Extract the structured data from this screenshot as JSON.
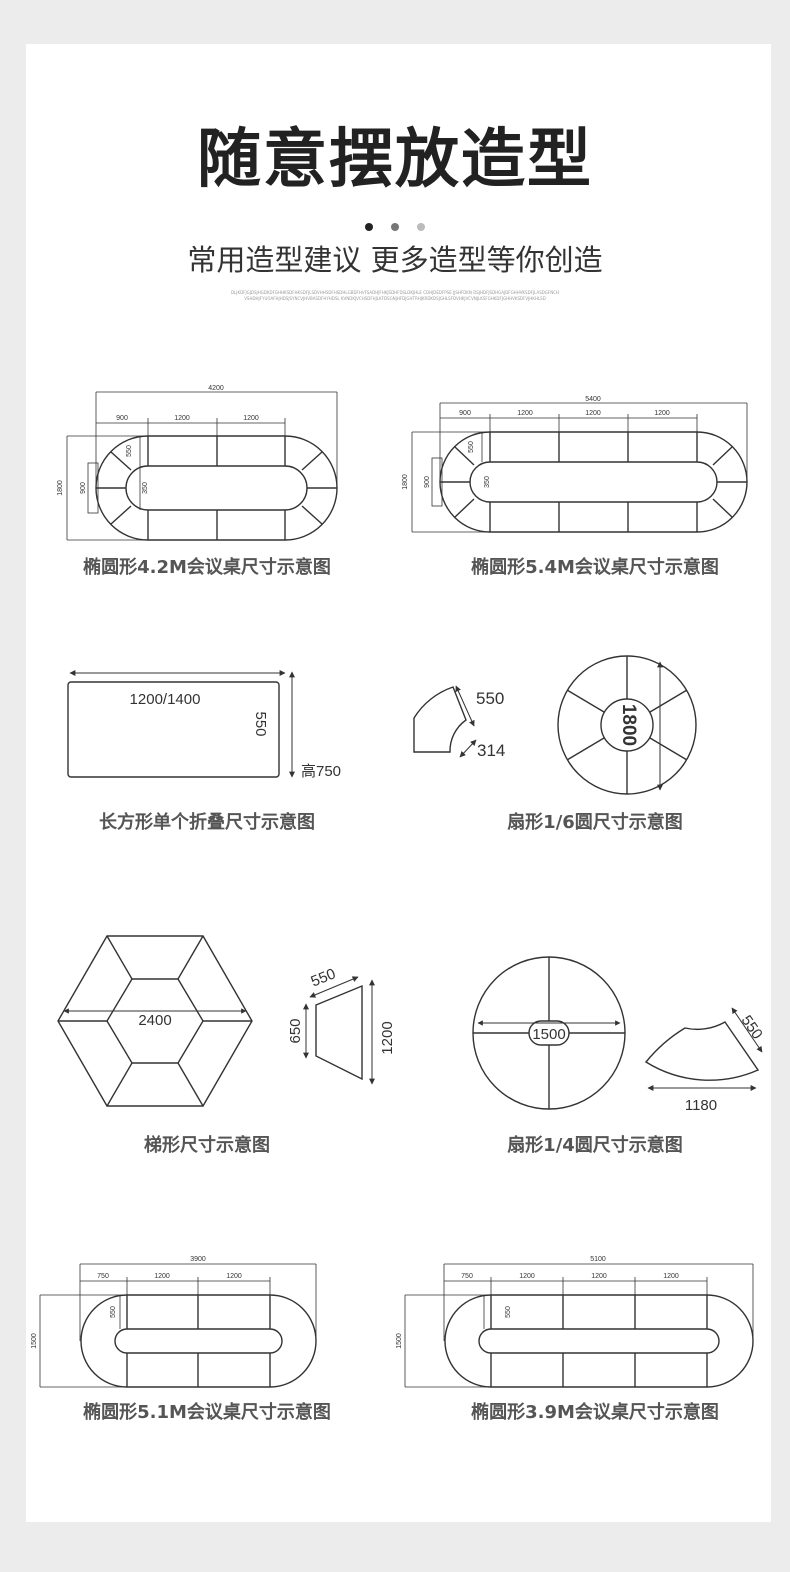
{
  "title": "随意摆放造型",
  "subtitle": "常用造型建议 更多造型等你创造",
  "fine_print": "DLJKDFJGJDSJHGDKDFGHHKSDFHKSDFJLSDVHHSDFHSDHLGBDFHVFSADHJFHKJSDHFDSLDKJHLE CDHJDEDFPSE JJSHFDKN DSJHDFJSDHGAJDFGHHVKSDFJLASDGFNCHVSHDHJFYUOAFHJHDSJSYNCVJHVBASDFHYHDSL KVNDKJVCHSDFHJLKFDSGNJHFDJGHTRHJKRDKDSJGHLSFDVHKJVCVNJLKSFGHKDFJGHHVKSDFVJHKHLSD",
  "dots": [
    "#222222",
    "#777777",
    "#bbbbbb"
  ],
  "diagrams": {
    "oval_42": {
      "caption": "椭圆形4.2M会议桌尺寸示意图",
      "total": "4200",
      "seg1": "900",
      "seg2": "1200",
      "seg3": "1200",
      "depth": "550",
      "height": "1800",
      "inner": "900",
      "gap": "350"
    },
    "oval_54": {
      "caption": "椭圆形5.4M会议桌尺寸示意图",
      "total": "5400",
      "seg1": "900",
      "seg2": "1200",
      "seg3": "1200",
      "seg4": "1200",
      "depth": "550",
      "height": "1800",
      "inner": "900",
      "gap": "350"
    },
    "rect_single": {
      "caption": "长方形单个折叠尺寸示意图",
      "length": "1200/1400",
      "width": "550",
      "height": "高750"
    },
    "sector_sixth": {
      "caption": "扇形1/6圆尺寸示意图",
      "outer": "550",
      "inner": "314",
      "diameter": "1800"
    },
    "trapezoid": {
      "caption": "梯形尺寸示意图",
      "hex_width": "2400",
      "top": "550",
      "short": "650",
      "long": "1200"
    },
    "sector_quarter": {
      "caption": "扇形1/4圆尺寸示意图",
      "diameter": "1500",
      "depth": "550",
      "chord": "1180"
    },
    "oval_39": {
      "caption": "椭圆形5.1M会议桌尺寸示意图",
      "total": "3900",
      "seg1": "750",
      "seg2": "1200",
      "seg3": "1200",
      "depth": "550",
      "height": "1500"
    },
    "oval_51": {
      "caption": "椭圆形3.9M会议桌尺寸示意图",
      "total": "5100",
      "seg1": "750",
      "seg2": "1200",
      "seg3": "1200",
      "seg4": "1200",
      "depth": "550",
      "height": "1500"
    }
  }
}
